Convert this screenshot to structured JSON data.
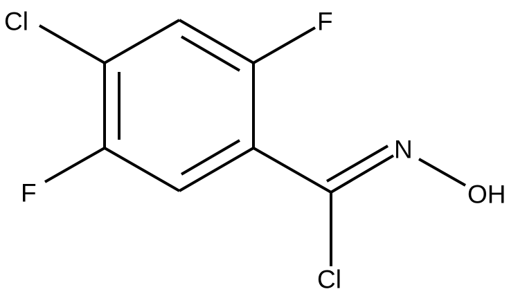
{
  "diagram": {
    "type": "chemical-structure",
    "line_color": "#000000",
    "background": "#ffffff",
    "atoms": {
      "cl_ring": "Cl",
      "f_top": "F",
      "f_bottom": "F",
      "n": "N",
      "oh": "OH",
      "cl_side": "Cl"
    }
  }
}
